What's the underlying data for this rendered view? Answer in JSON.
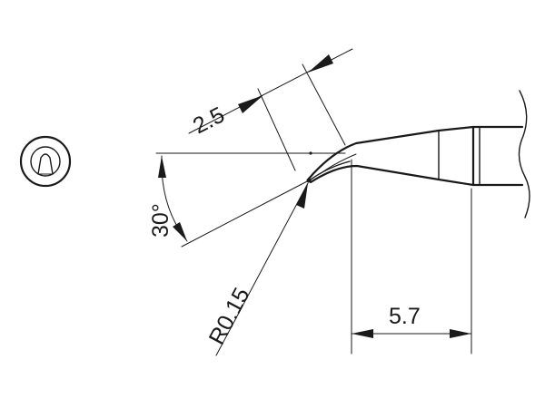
{
  "dimensions": {
    "tip_length": "2.5",
    "tip_angle": "30°",
    "tip_radius": "R0.15",
    "taper_length": "5.7"
  }
}
